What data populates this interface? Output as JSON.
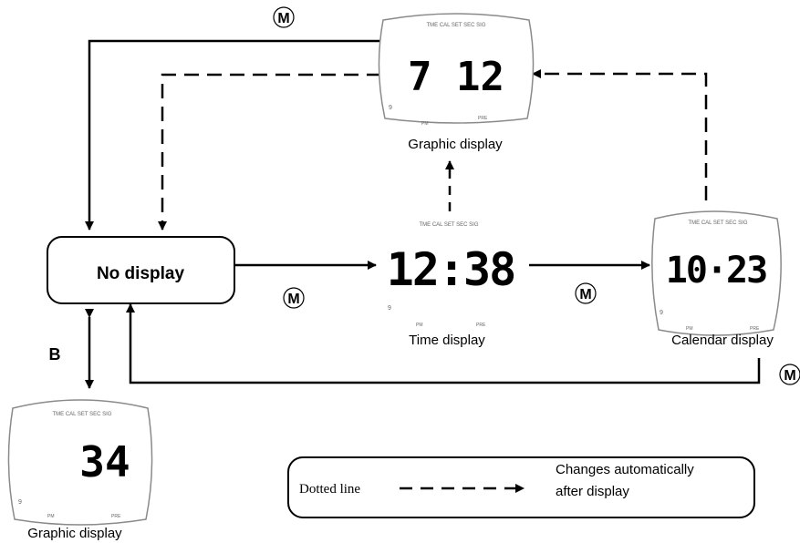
{
  "colors": {
    "ink": "#000000",
    "face_stroke": "#8a8a8a",
    "face_text": "#666666",
    "background": "#ffffff"
  },
  "labels": {
    "graphic_display_top": "Graphic display",
    "graphic_display_bottom": "Graphic display",
    "time_display": "Time display",
    "calendar_display": "Calendar display",
    "no_display": "No display"
  },
  "buttons": {
    "mode": "M",
    "b": "B"
  },
  "watch_faces": {
    "graphic_top": {
      "reading": "7 12"
    },
    "time": {
      "reading": "12:38"
    },
    "calendar": {
      "reading": "10·23"
    },
    "graphic_bottom": {
      "reading": "34"
    }
  },
  "face_status_bar": [
    "TME",
    "CAL",
    "SET",
    "SEC",
    "SIG"
  ],
  "face_corner_marks": {
    "bottom_left": "PM",
    "bottom_right": "PRE"
  },
  "legend": {
    "line_label": "Dotted line",
    "description_line1": "Changes automatically",
    "description_line2": "after display"
  }
}
